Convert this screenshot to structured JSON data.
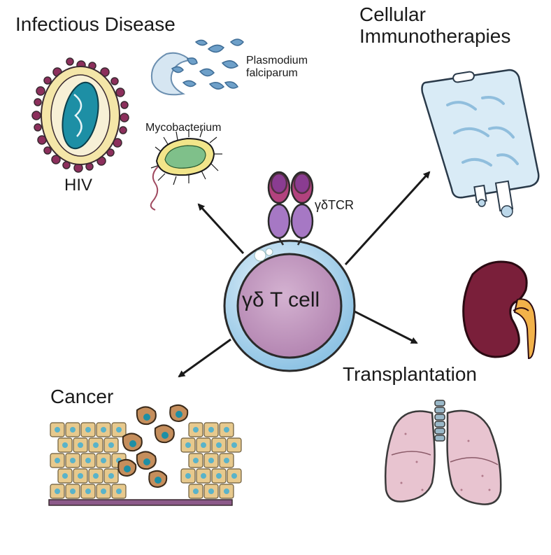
{
  "labels": {
    "infectious_disease": "Infectious Disease",
    "plasmodium": "Plasmodium falciparum",
    "mycobacterium": "Mycobacterium",
    "hiv": "HIV",
    "cellular": "Cellular Immunotherapies",
    "tcr": "γδTCR",
    "cell": "γδ T cell",
    "transplantation": "Transplantation",
    "cancer": "Cancer"
  },
  "colors": {
    "arrow": "#1a1a1a",
    "cell_outer": "#a9d1ea",
    "cell_inner": "#c9a0c6",
    "tcr": "#9a5ab0",
    "kidney": "#7a1f3a",
    "lung": "#e8c4d0",
    "cancer_cell": "#e7c98d",
    "tumor_cell": "#c58e5c",
    "virus_capsid": "#1d8fa5",
    "plasmodium": "#6ea0c9",
    "bag": "#d9ebf6"
  },
  "icons": [
    "hiv-virus-icon",
    "plasmodium-icon",
    "mycobacterium-icon",
    "iv-bag-icon",
    "kidney-icon",
    "lungs-icon",
    "cancer-tissue-icon",
    "tcr-receptor-icon"
  ]
}
